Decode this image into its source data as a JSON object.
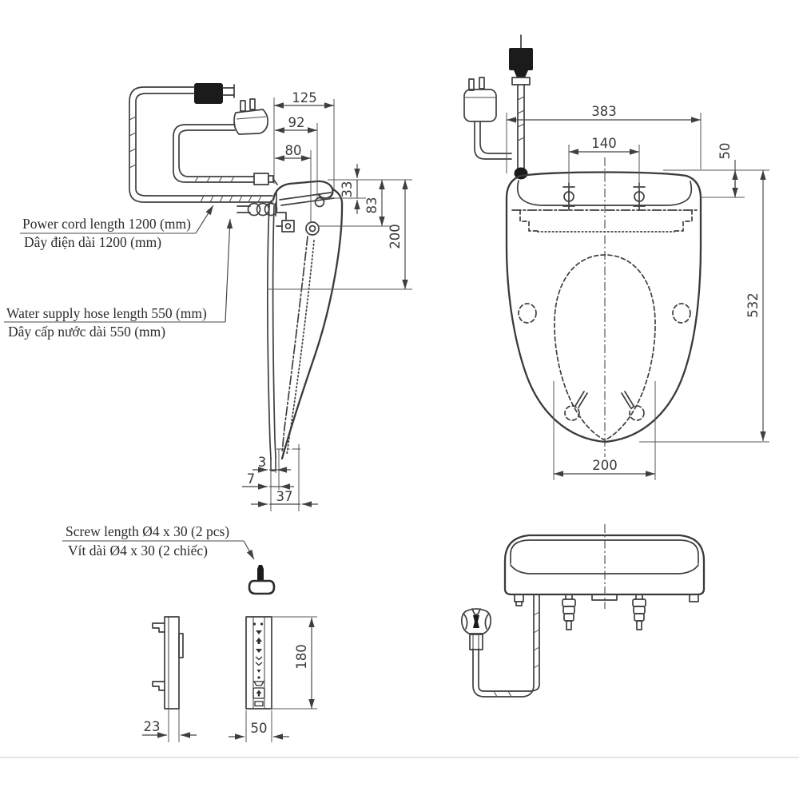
{
  "drawing": {
    "type": "technical-dimension-drawing",
    "subject": "electronic bidet toilet seat - installation dimensions"
  },
  "annotations": {
    "power_cord": {
      "en": "Power cord length 1200 (mm)",
      "vi": "Dây điện dài 1200 (mm)"
    },
    "water_hose": {
      "en": "Water supply hose length 550 (mm)",
      "vi": "Dây cấp nước dài 550 (mm)"
    },
    "screw": {
      "en": "Screw length Ø4 x 30 (2 pcs)",
      "vi": "Vít dài Ø4 x 30 (2 chiếc)"
    }
  },
  "dims": {
    "side": {
      "w125": "125",
      "w92": "92",
      "w80": "80",
      "h33": "33",
      "h83": "83",
      "h200": "200",
      "b3": "3",
      "b7": "7",
      "b37": "37"
    },
    "top": {
      "w383": "383",
      "w140": "140",
      "h50": "50",
      "h532": "532",
      "w200": "200"
    },
    "remote": {
      "d23": "23",
      "w50": "50",
      "h180": "180"
    }
  },
  "colors": {
    "line": "#3f3f3f",
    "black_fill": "#1b1b1b",
    "text": "#2c2c2c",
    "footer_rule": "#d9dde1",
    "background": "#ffffff"
  }
}
